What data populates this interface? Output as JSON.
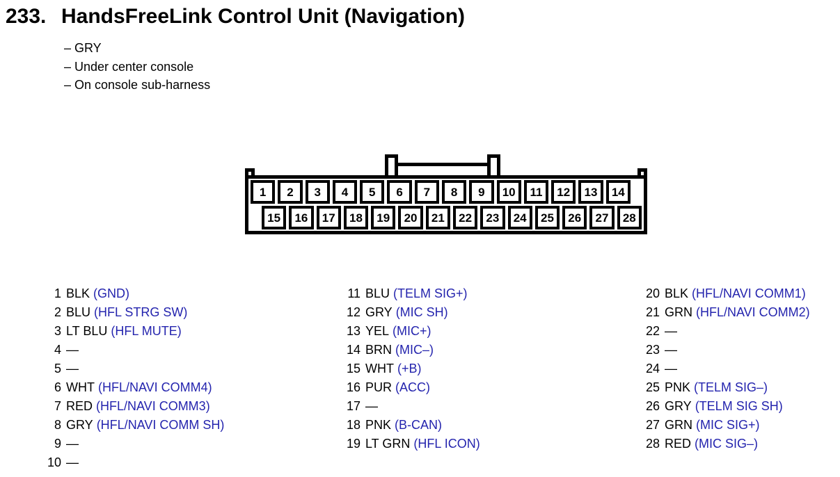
{
  "page": {
    "section_number": "233.",
    "title": "HandsFreeLink Control Unit (Navigation)",
    "bullets": [
      "– GRY",
      "– Under center console",
      "– On console sub-harness"
    ]
  },
  "connector": {
    "top_row_pins": [
      "1",
      "2",
      "3",
      "4",
      "5",
      "6",
      "7",
      "8",
      "9",
      "10",
      "11",
      "12",
      "13",
      "14"
    ],
    "bottom_row_pins": [
      "15",
      "16",
      "17",
      "18",
      "19",
      "20",
      "21",
      "22",
      "23",
      "24",
      "25",
      "26",
      "27",
      "28"
    ]
  },
  "pinout": {
    "columns": [
      {
        "rows": [
          {
            "pin": "1",
            "wire": "BLK",
            "signal": "(GND)"
          },
          {
            "pin": "2",
            "wire": "BLU",
            "signal": "(HFL STRG SW)"
          },
          {
            "pin": "3",
            "wire": "LT BLU",
            "signal": "(HFL MUTE)"
          },
          {
            "pin": "4",
            "wire": "—",
            "signal": ""
          },
          {
            "pin": "5",
            "wire": "—",
            "signal": ""
          },
          {
            "pin": "6",
            "wire": "WHT",
            "signal": "(HFL/NAVI COMM4)"
          },
          {
            "pin": "7",
            "wire": "RED",
            "signal": "(HFL/NAVI COMM3)"
          },
          {
            "pin": "8",
            "wire": "GRY",
            "signal": "(HFL/NAVI COMM SH)"
          },
          {
            "pin": "9",
            "wire": "—",
            "signal": ""
          },
          {
            "pin": "10",
            "wire": "—",
            "signal": ""
          }
        ]
      },
      {
        "rows": [
          {
            "pin": "11",
            "wire": "BLU",
            "signal": "(TELM SIG+)"
          },
          {
            "pin": "12",
            "wire": "GRY",
            "signal": "(MIC SH)"
          },
          {
            "pin": "13",
            "wire": "YEL",
            "signal": "(MIC+)"
          },
          {
            "pin": "14",
            "wire": "BRN",
            "signal": "(MIC–)"
          },
          {
            "pin": "15",
            "wire": "WHT",
            "signal": "(+B)"
          },
          {
            "pin": "16",
            "wire": "PUR",
            "signal": "(ACC)"
          },
          {
            "pin": "17",
            "wire": "—",
            "signal": ""
          },
          {
            "pin": "18",
            "wire": "PNK",
            "signal": "(B-CAN)"
          },
          {
            "pin": "19",
            "wire": "LT GRN",
            "signal": "(HFL ICON)"
          }
        ]
      },
      {
        "rows": [
          {
            "pin": "20",
            "wire": "BLK",
            "signal": "(HFL/NAVI COMM1)"
          },
          {
            "pin": "21",
            "wire": "GRN",
            "signal": "(HFL/NAVI COMM2)"
          },
          {
            "pin": "22",
            "wire": "—",
            "signal": ""
          },
          {
            "pin": "23",
            "wire": "—",
            "signal": ""
          },
          {
            "pin": "24",
            "wire": "—",
            "signal": ""
          },
          {
            "pin": "25",
            "wire": "PNK",
            "signal": "(TELM SIG–)"
          },
          {
            "pin": "26",
            "wire": "GRY",
            "signal": "(TELM SIG SH)"
          },
          {
            "pin": "27",
            "wire": "GRN",
            "signal": "(MIC SIG+)"
          },
          {
            "pin": "28",
            "wire": "RED",
            "signal": "(MIC SIG–)"
          }
        ]
      }
    ]
  },
  "colors": {
    "signal_blue": "#2424ae",
    "ink": "#000000"
  }
}
